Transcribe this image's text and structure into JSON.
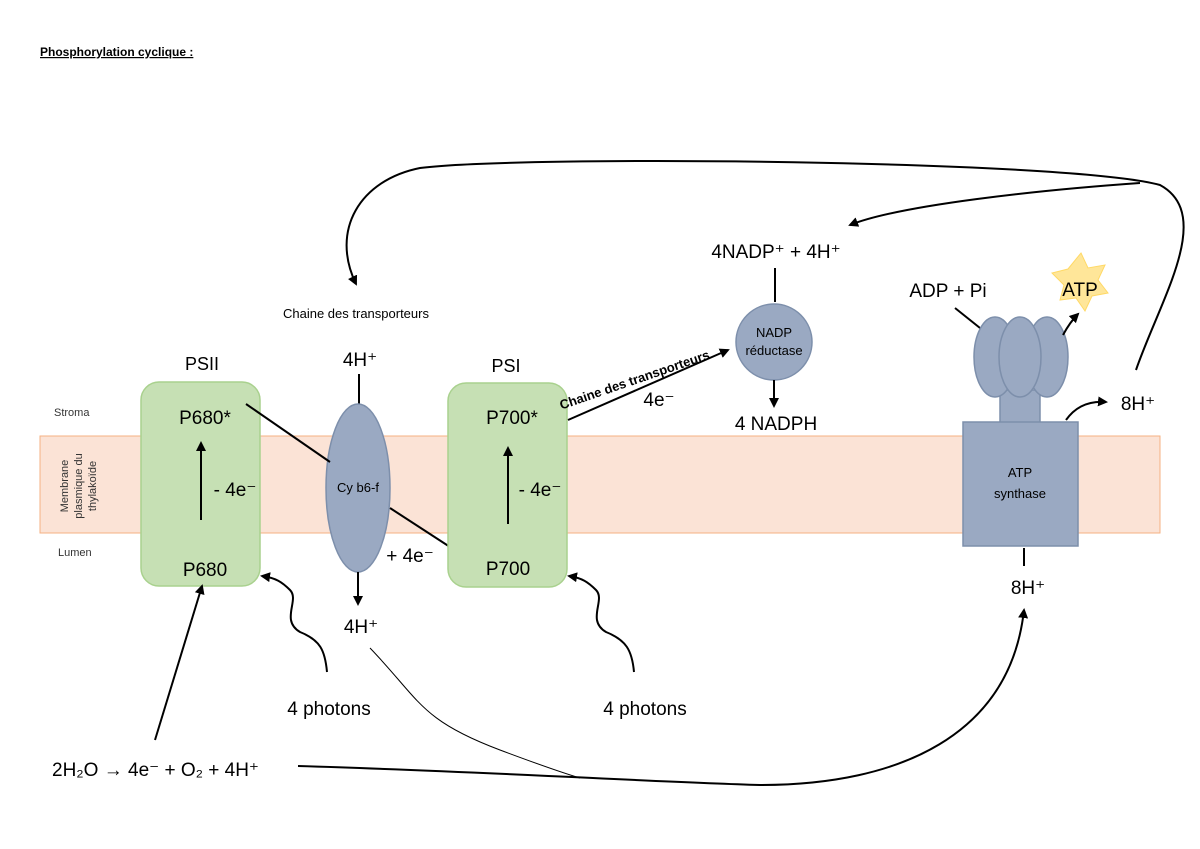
{
  "title": "Phosphorylation cyclique :",
  "regions": {
    "stroma": "Stroma",
    "membrane_lines": [
      "Membrane",
      "plasmique du",
      "thylakoïde"
    ],
    "lumen": "Lumen"
  },
  "psii": {
    "label": "PSII",
    "top": "P680*",
    "bottom": "P680",
    "transfer": "- 4e⁻"
  },
  "psi": {
    "label": "PSI",
    "top": "P700*",
    "bottom": "P700",
    "transfer": "- 4e⁻"
  },
  "cytochrome": {
    "label": "Cy b6-f",
    "protons_in": "4H⁺",
    "protons_out": "4H⁺",
    "electrons_in": "+ 4e⁻",
    "chain_label": "Chaine des transporteurs"
  },
  "nadp": {
    "label_lines": [
      "NADP",
      "réductase"
    ],
    "input": "4NADP⁺ + 4H⁺",
    "output": "4 NADPH",
    "chain_label": "Chaine des transporteurs",
    "electrons": "4e⁻"
  },
  "atp_synthase": {
    "label_lines": [
      "ATP",
      "synthase"
    ],
    "input": "ADP + Pi",
    "product": "ATP",
    "protons_stroma": "8H⁺",
    "protons_lumen": "8H⁺"
  },
  "photons": {
    "psii": "4 photons",
    "psi": "4 photons"
  },
  "water_equation": "2H₂O → 4e⁻ + O₂ + 4H⁺",
  "colors": {
    "photosystem_fill": "#c6e0b4",
    "protein_fill": "#9aa9c2",
    "membrane_fill": "#fbe3d6",
    "atp_star": "#ffe699"
  }
}
